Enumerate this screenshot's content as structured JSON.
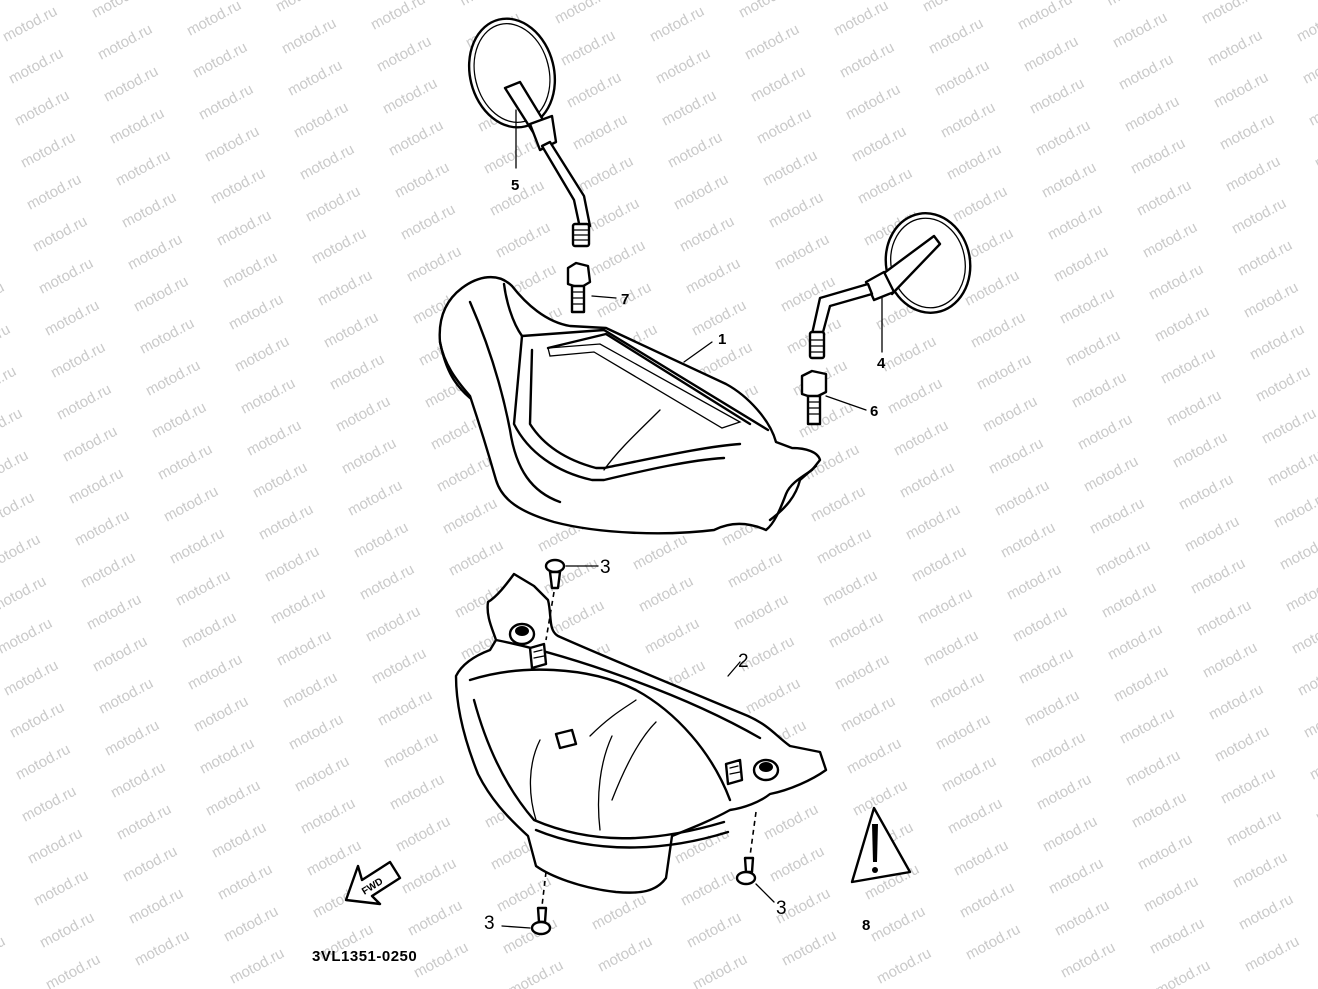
{
  "diagram": {
    "drawing_code": "3VL1351-0250",
    "watermark_text": "motod.ru",
    "fwd_label": "FWD",
    "callouts": [
      {
        "id": "cover-upper",
        "label": "1"
      },
      {
        "id": "cover-lower",
        "label": "2"
      },
      {
        "id": "screw-top",
        "label": "3"
      },
      {
        "id": "screw-right",
        "label": "3"
      },
      {
        "id": "screw-bottom",
        "label": "3"
      },
      {
        "id": "mirror-right",
        "label": "4"
      },
      {
        "id": "mirror-left",
        "label": "5"
      },
      {
        "id": "adapter-right",
        "label": "6"
      },
      {
        "id": "adapter-left",
        "label": "7"
      },
      {
        "id": "warning-label",
        "label": "8"
      }
    ]
  }
}
